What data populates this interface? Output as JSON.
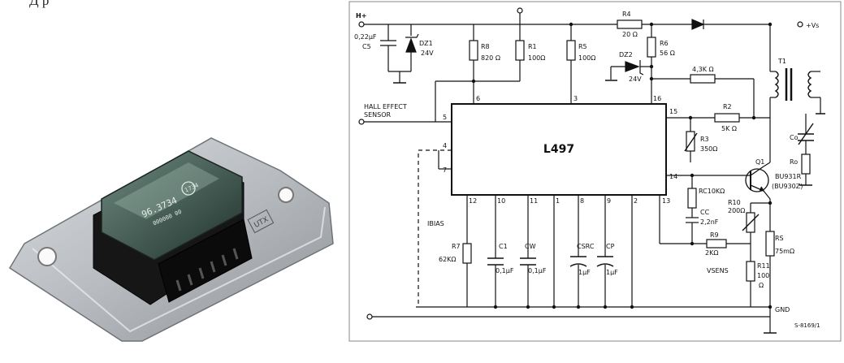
{
  "photo": {
    "top_text": "Д р",
    "label_line1": "96.3734",
    "label_line2": "1734",
    "label_line3": "000000 00",
    "mount_mark": "UTX"
  },
  "schematic": {
    "ic": {
      "name": "L497"
    },
    "pins": {
      "p1": "1",
      "p2": "2",
      "p3": "3",
      "p4": "4",
      "p5": "5",
      "p6": "6",
      "p7": "7",
      "p8": "8",
      "p9": "9",
      "p10": "10",
      "p11": "11",
      "p12": "12",
      "p13": "13",
      "p14": "14",
      "p15": "15",
      "p16": "16"
    },
    "labels": {
      "hplus": "H+",
      "c5_val": "0,22μF",
      "c5": "C5",
      "dz1": "DZ1",
      "dz1_val": "24V",
      "r8": "R8",
      "r8_val": "820 Ω",
      "r1": "R1",
      "r1_val": "100Ω",
      "r5": "R5",
      "r5_val": "100Ω",
      "r4": "R4",
      "r4_val": "20 Ω",
      "r6": "R6",
      "r6_val": "56 Ω",
      "vs": "+Vs",
      "dz2": "DZ2",
      "dz2_val": "24V",
      "r_43k": "4,3K Ω",
      "t1": "T1",
      "hall1": "HALL EFFECT",
      "hall2": "SENSOR",
      "r2": "R2",
      "r2_val": "5K Ω",
      "r3": "R3",
      "r3_val": "350Ω",
      "co": "Co",
      "ro": "Ro",
      "q1": "Q1",
      "q1_part": "BU931R",
      "q1_alt": "(BU930Z)",
      "rc": "RC10KΩ",
      "cc": "CC",
      "cc_val": "2,2nF",
      "r10": "R10",
      "r10_val": "200Ω",
      "r9": "R9",
      "r9_val": "2KΩ",
      "rs": "RS",
      "rs_val": "75mΩ",
      "vsens": "VSENS",
      "r11": "R11",
      "r11_val1": "100",
      "r11_val2": "Ω",
      "ibias": "IBIAS",
      "r7": "R7",
      "r7_val": "62KΩ",
      "c1": "C1",
      "c1_val": "0,1μF",
      "cw": "CW",
      "cw_val": "0,1μF",
      "csrc": "CSRC",
      "csrc_val": "1μF",
      "cp": "CP",
      "cp_val": "1μF",
      "gnd": "GND",
      "ref": "S-8169/1"
    }
  }
}
